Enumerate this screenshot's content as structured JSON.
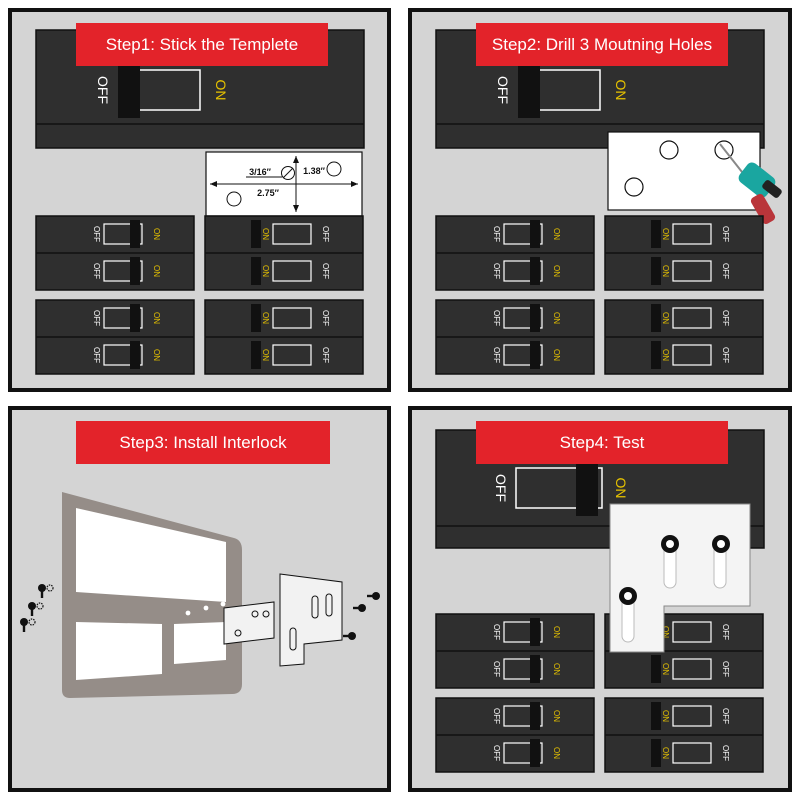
{
  "steps": [
    {
      "title": "Step1: Stick the Templete"
    },
    {
      "title": "Step2: Drill 3 Moutning Holes"
    },
    {
      "title": "Step3: Install Interlock"
    },
    {
      "title": "Step4: Test"
    }
  ],
  "switch": {
    "off_label": "OFF",
    "on_label": "ON"
  },
  "template_dims": {
    "hole": "3/16″",
    "height": "1.38″",
    "width": "2.75″"
  },
  "colors": {
    "banner": "#e3232a",
    "panel_bg": "#d4d4d4",
    "breaker": "#2f2f2f",
    "on_text": "#e6c200"
  }
}
